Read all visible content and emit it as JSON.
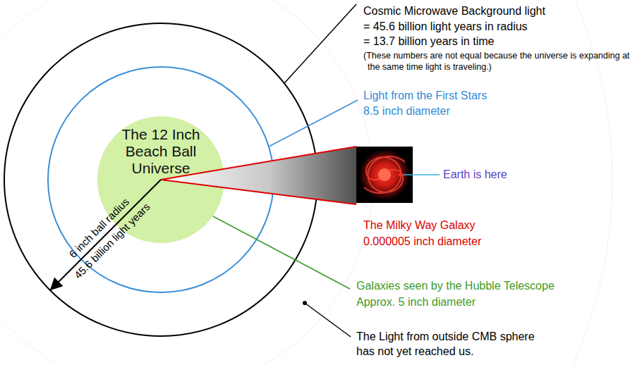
{
  "diagram": {
    "nodes": [
      {
        "text": [
          "The 12 Inch Beach Ball Universe"
        ]
      }
    ],
    "labels": [
      "Cosmic Microwave Background light",
      "= 45.6 billion light years in radius",
      "= 13.7 billion years in time",
      "(These numbers are not equal because the universe is expanding at the same time light is traveling.)",
      "Light from the First Stars",
      "8.5 inch diameter",
      "Earth is here",
      "The Milky Way Galaxy",
      "0.000005 inch diameter",
      "Galaxies seen by the Hubble Telescope",
      "Approx. 5 inch diameter",
      "The Light from outside CMB sphere has not yet reached us.",
      "6 inch ball radius",
      "45.6 billion light years"
    ]
  }
}
